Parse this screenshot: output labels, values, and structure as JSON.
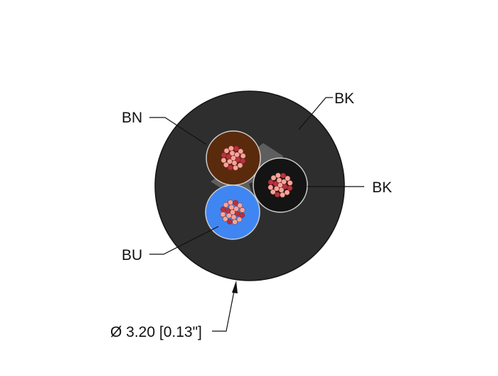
{
  "labels": {
    "outer_jacket": "BK",
    "conductor_brown": "BN",
    "conductor_black": "BK",
    "conductor_blue": "BU",
    "diameter": "Ø 3.20 [0.13\"]"
  },
  "colors": {
    "jacket": "#2e2e2e",
    "filler": "#5e5e5e",
    "brown_insulation": "#5a2a0c",
    "black_insulation": "#141414",
    "blue_insulation": "#3f86f2",
    "strand_light": "#f3a59a",
    "strand_dark": "#b8323c",
    "leader_line": "#111111"
  },
  "conductor_count": 3
}
